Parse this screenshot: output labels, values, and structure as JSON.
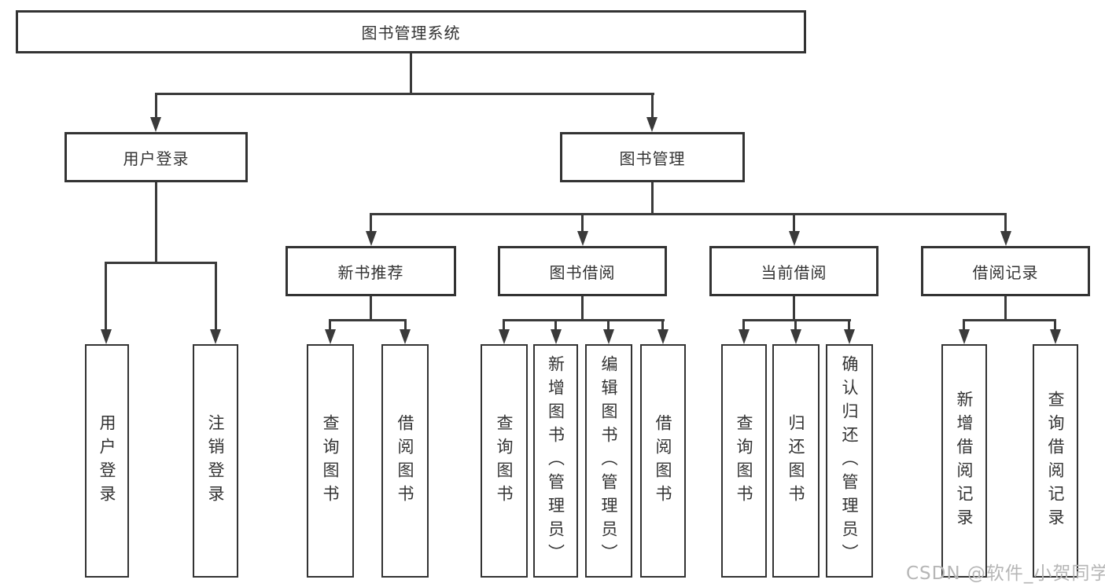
{
  "colors": {
    "line": "#3a3a3a",
    "border": "#333333",
    "text": "#333333",
    "watermark": "#b6b6b6",
    "background": "#ffffff"
  },
  "watermark": {
    "text": "CSDN @软件_小贺同学"
  },
  "tree": {
    "root": {
      "label": "图书管理系统"
    },
    "branches": [
      {
        "label": "用户登录",
        "children": [
          {
            "label": "用户登录"
          },
          {
            "label": "注销登录"
          }
        ]
      },
      {
        "label": "图书管理",
        "children": [
          {
            "label": "新书推荐",
            "children": [
              {
                "label": "查询图书"
              },
              {
                "label": "借阅图书"
              }
            ]
          },
          {
            "label": "图书借阅",
            "children": [
              {
                "label": "查询图书"
              },
              {
                "label": "新增图书（管理员）"
              },
              {
                "label": "编辑图书（管理员）"
              },
              {
                "label": "借阅图书"
              }
            ]
          },
          {
            "label": "当前借阅",
            "children": [
              {
                "label": "查询图书"
              },
              {
                "label": "归还图书"
              },
              {
                "label": "确认归还（管理员）"
              }
            ]
          },
          {
            "label": "借阅记录",
            "children": [
              {
                "label": "新增借阅记录"
              },
              {
                "label": "查询借阅记录"
              }
            ]
          }
        ]
      }
    ]
  }
}
